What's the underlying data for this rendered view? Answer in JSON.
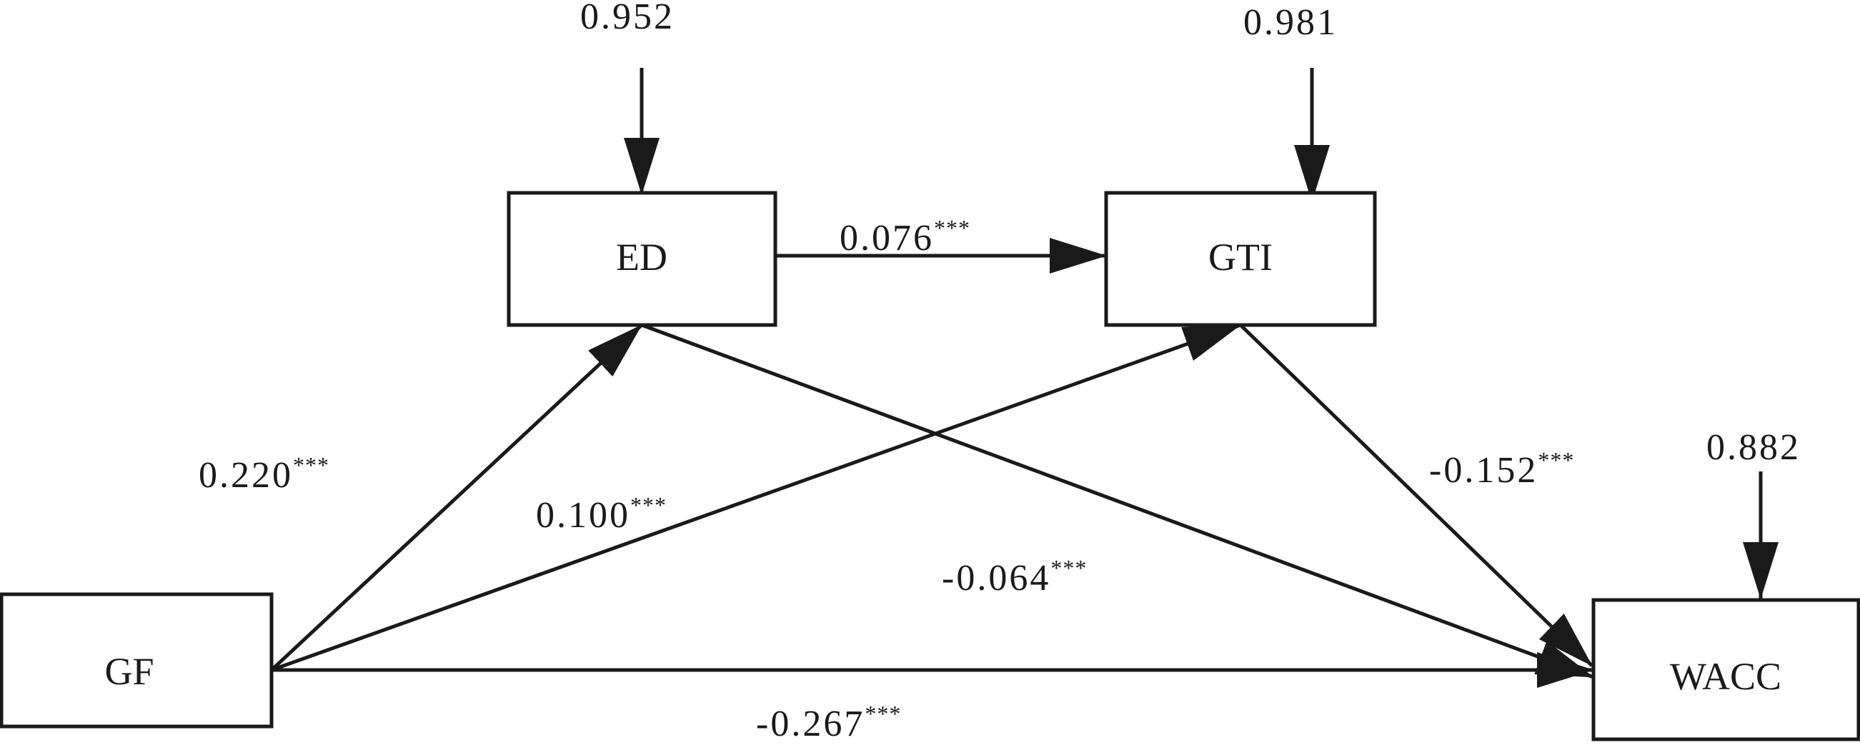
{
  "nodes": {
    "ed": "ED",
    "gti": "GTI",
    "gf": "GF",
    "wacc": "WACC"
  },
  "error_terms": {
    "ed": "0.952",
    "gti": "0.981",
    "wacc": "0.882"
  },
  "paths": {
    "gf_ed": {
      "value": "0.220",
      "sig": "***"
    },
    "gf_gti": {
      "value": "0.100",
      "sig": "***"
    },
    "ed_gti": {
      "value": "0.076",
      "sig": "***"
    },
    "gti_wacc": {
      "value": "-0.152",
      "sig": "***"
    },
    "ed_wacc": {
      "value": "-0.064",
      "sig": "***"
    },
    "gf_wacc": {
      "value": "-0.267",
      "sig": "***"
    }
  },
  "colors": {
    "stroke": "#1a1a1a",
    "background": "#ffffff"
  }
}
